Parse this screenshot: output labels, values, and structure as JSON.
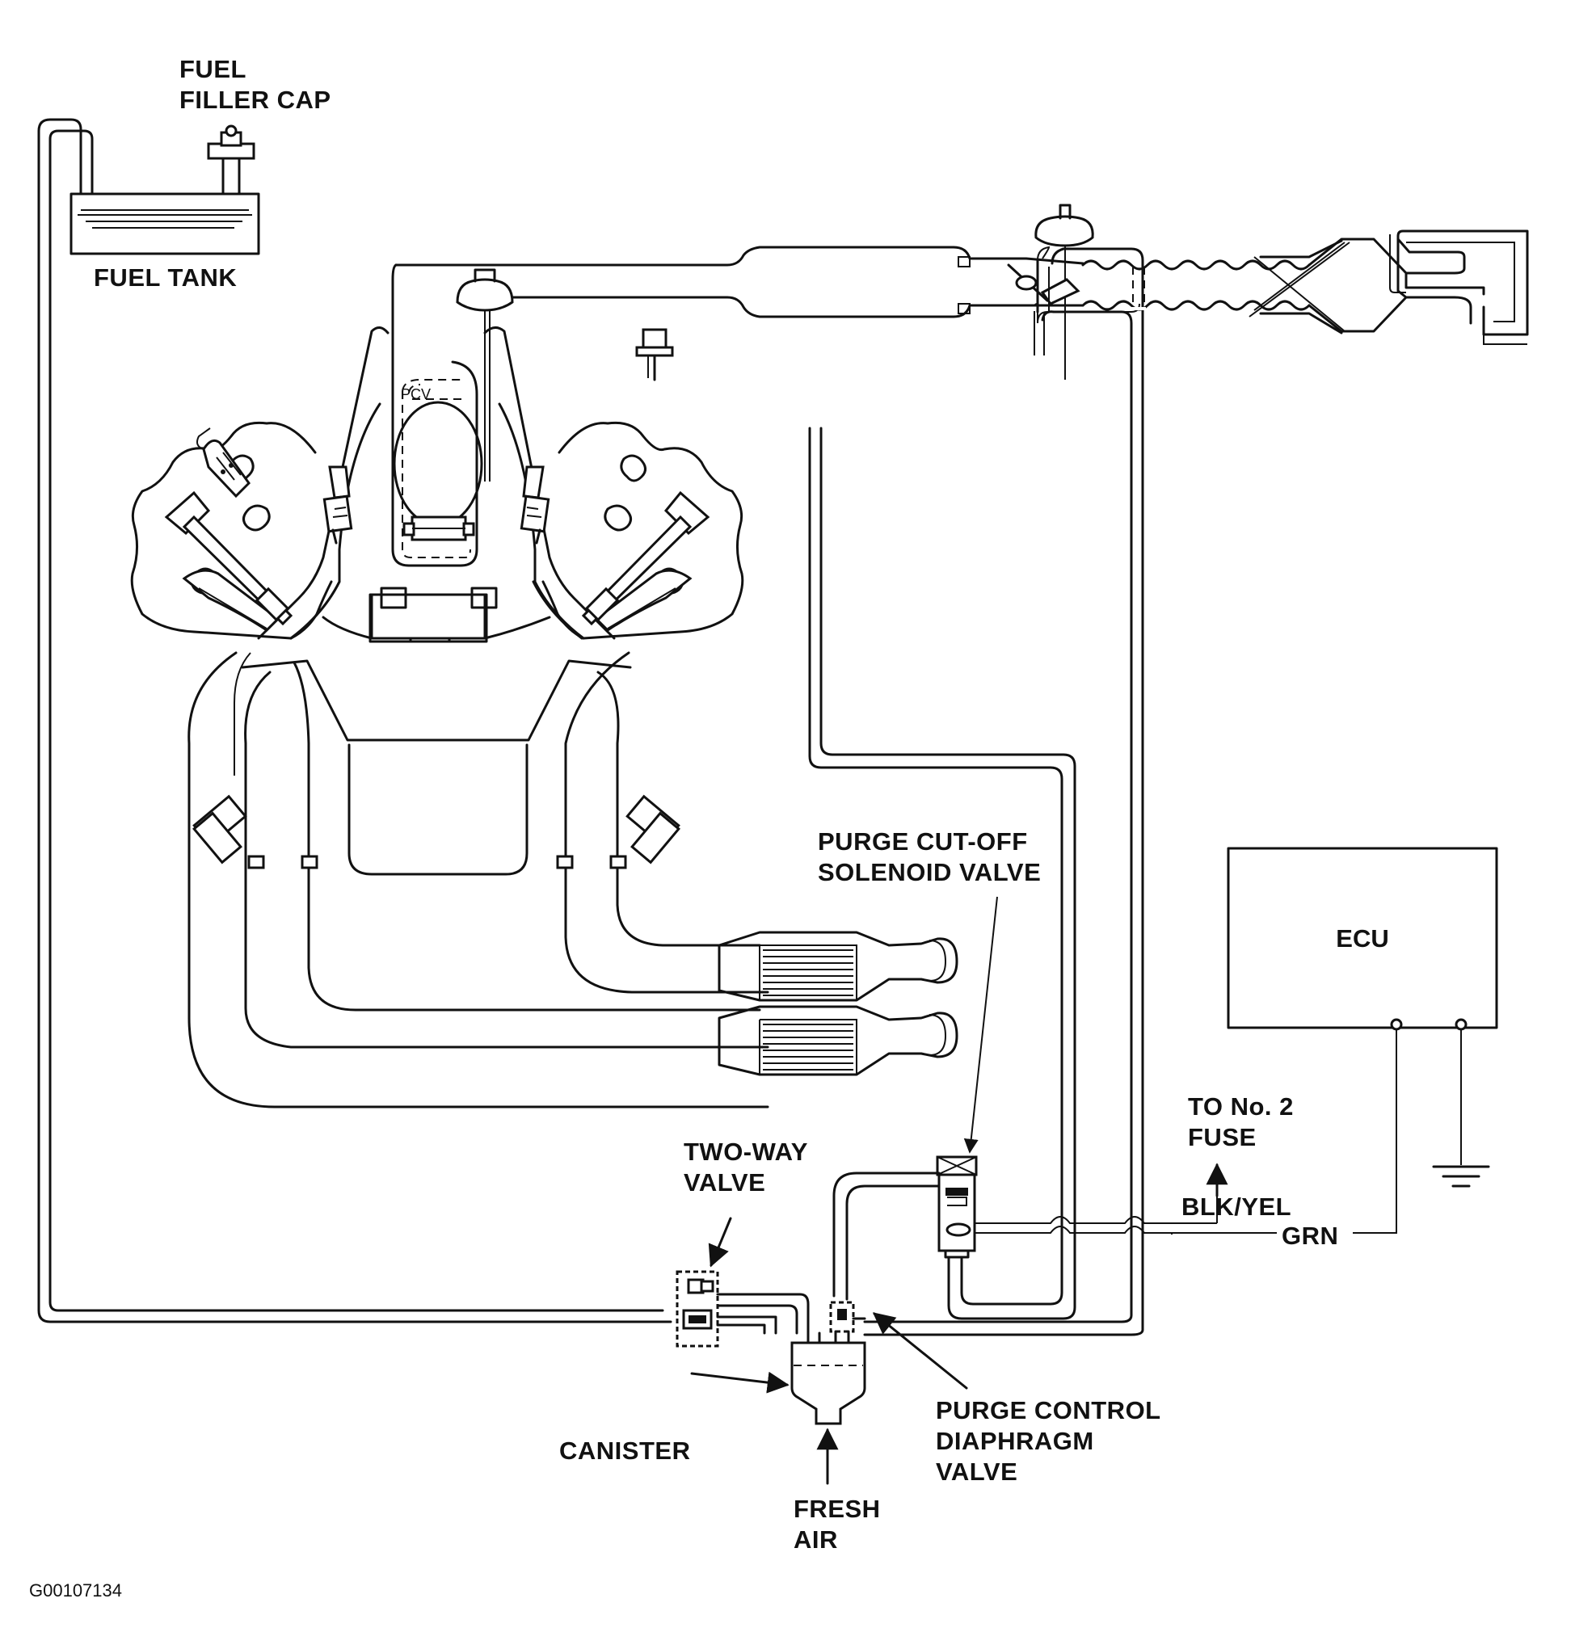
{
  "labels": {
    "fuel_filler_cap_line1": "FUEL",
    "fuel_filler_cap_line2": "FILLER CAP",
    "fuel_tank": "FUEL TANK",
    "purge_cutoff_line1": "PURGE CUT-OFF",
    "purge_cutoff_line2": "SOLENOID VALVE",
    "ecu": "ECU",
    "to_fuse_line1": "TO No. 2",
    "to_fuse_line2": "FUSE",
    "wire_blk_yel": "BLK/YEL",
    "wire_grn": "GRN",
    "two_way_line1": "TWO-WAY",
    "two_way_line2": "VALVE",
    "canister": "CANISTER",
    "purge_control_line1": "PURGE CONTROL",
    "purge_control_line2": "DIAPHRAGM",
    "purge_control_line3": "VALVE",
    "fresh_air_line1": "FRESH",
    "fresh_air_line2": "AIR",
    "figure_code": "G00107134"
  },
  "icons": [
    "arrow-icon",
    "ground-symbol-icon",
    "fuel-injector-icon",
    "catalytic-converter-icon"
  ]
}
